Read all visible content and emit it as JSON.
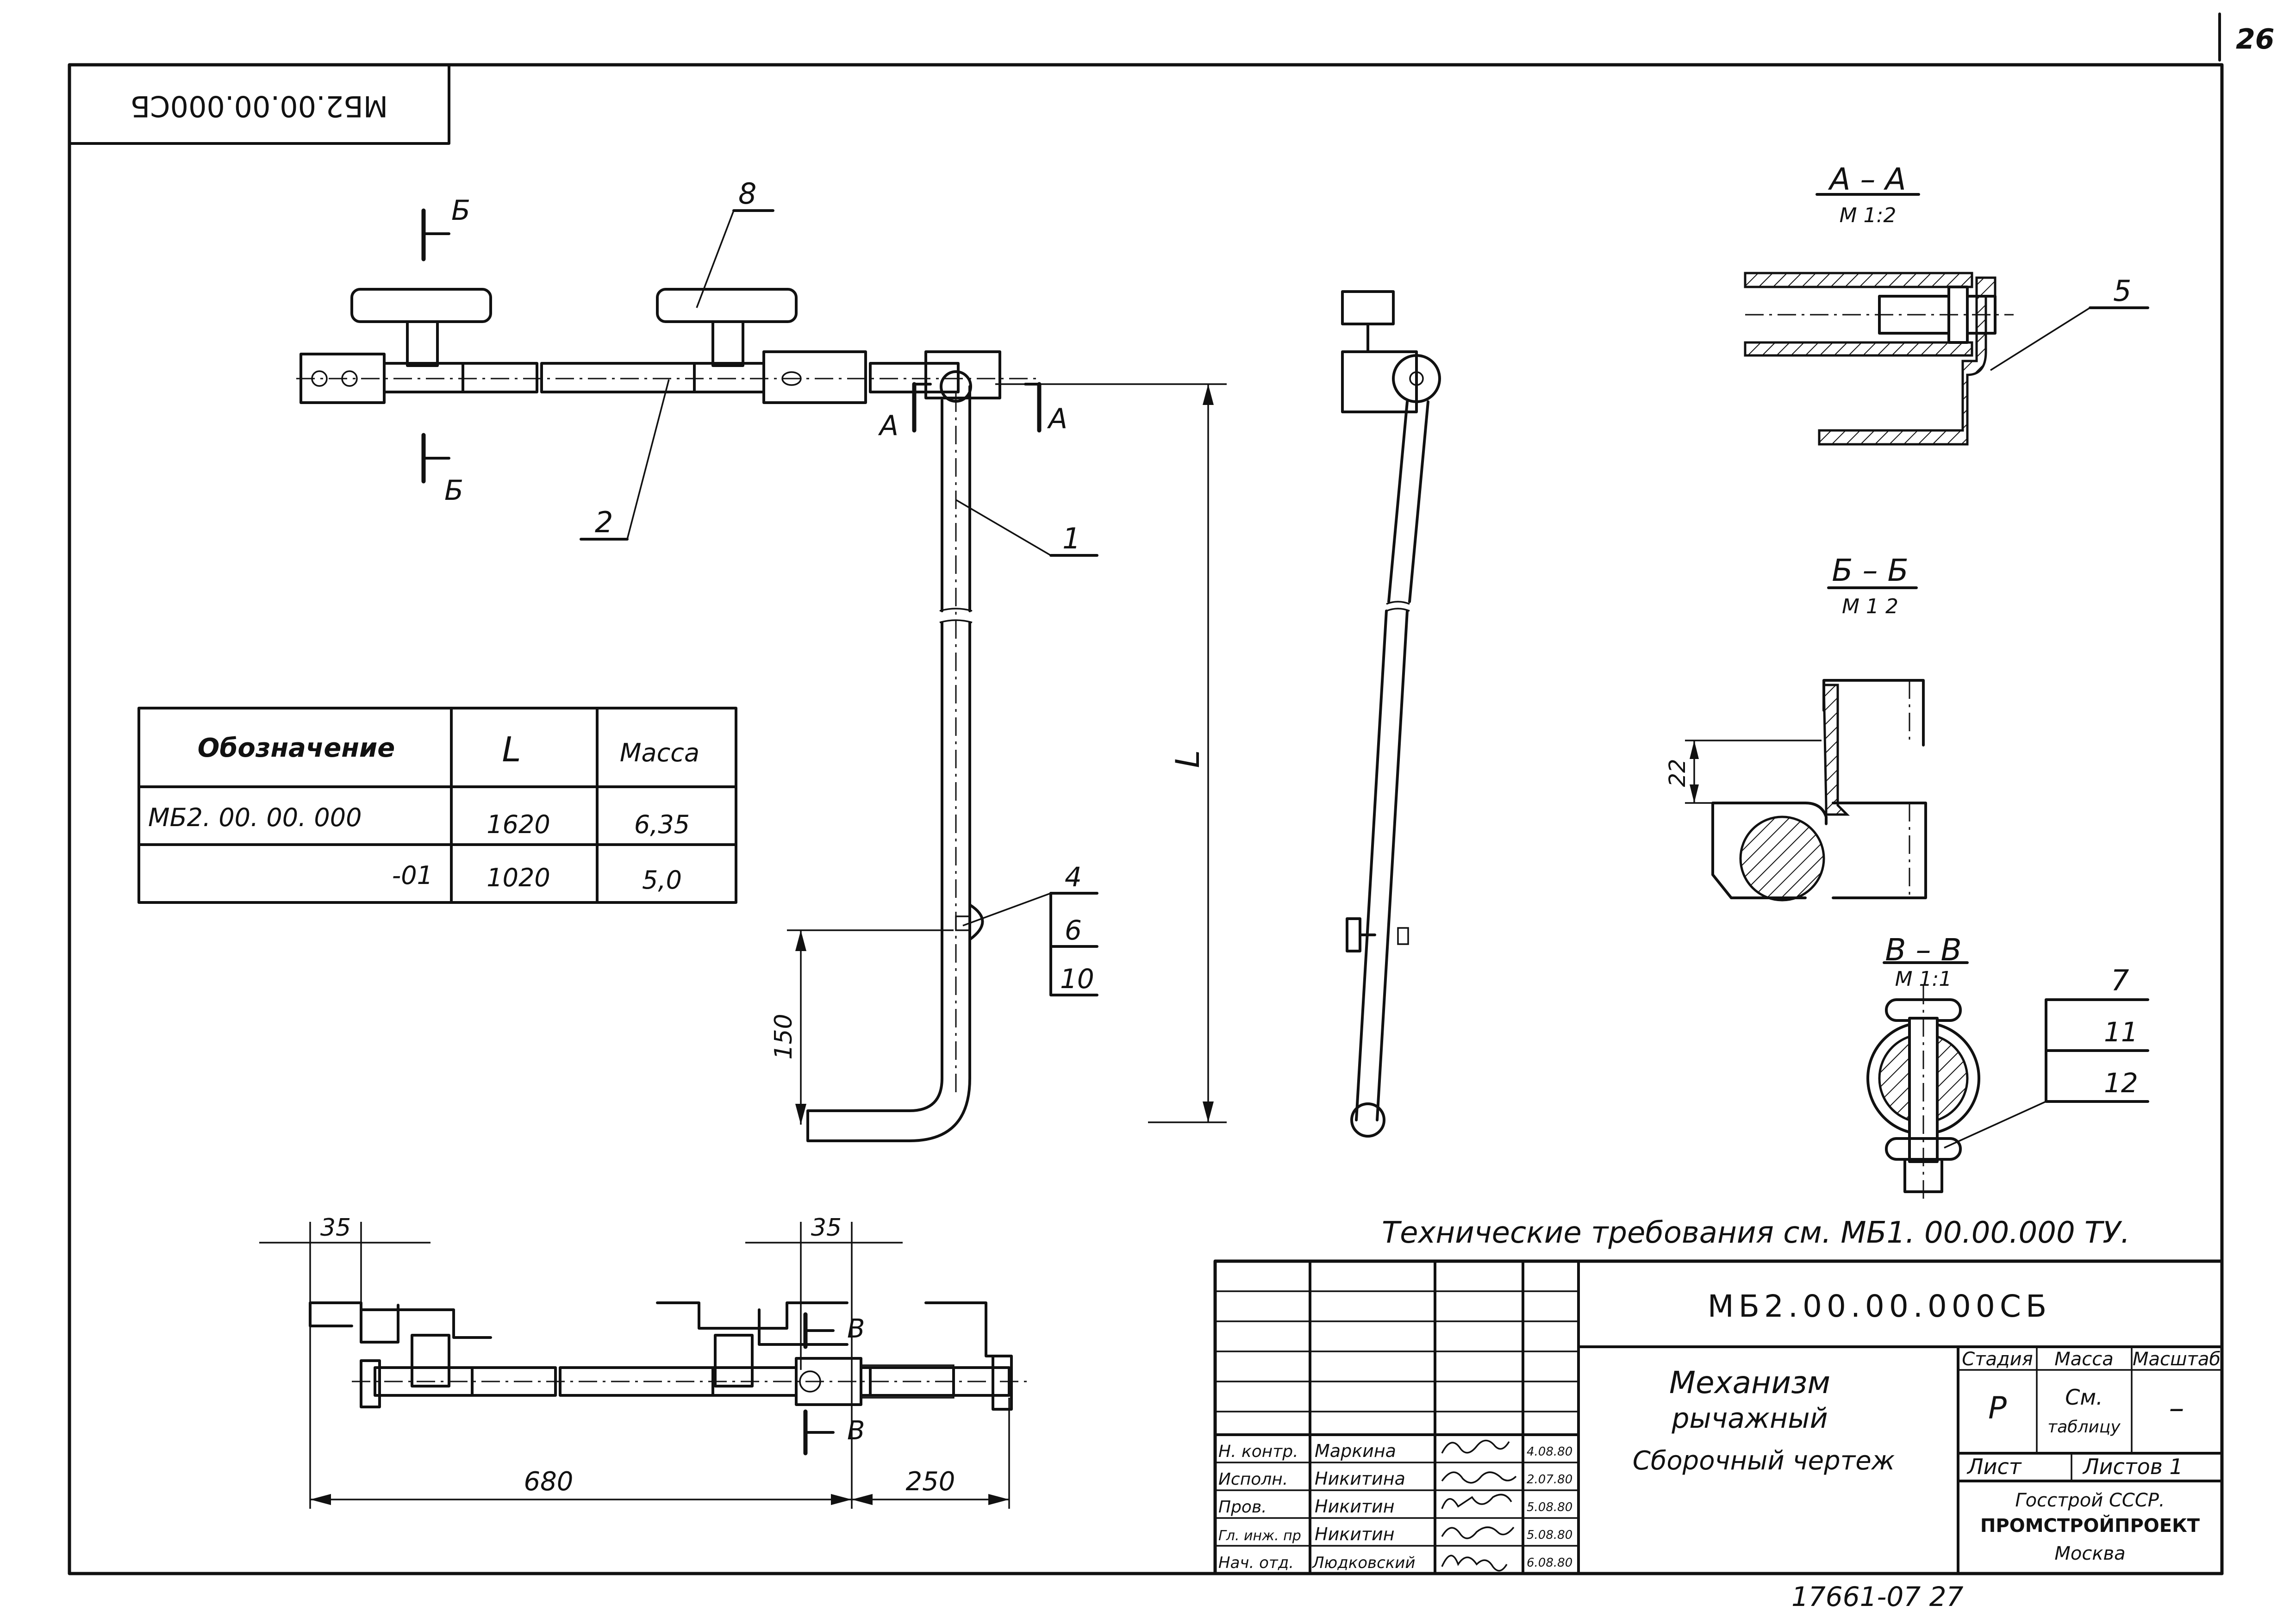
{
  "sheet_number": "26",
  "rotated_designation": "МБ2.00.00.000СБ",
  "labels": {
    "section_b_top": "Б",
    "section_b_bottom": "Б",
    "section_a_left": "А",
    "section_a_right": "А",
    "section_v_top": "В",
    "section_v_bottom": "В",
    "dim_L": "L",
    "dim_150": "150",
    "dim_22": "22",
    "dim_35_left": "35",
    "dim_35_right": "35",
    "dim_680": "680",
    "dim_250": "250"
  },
  "positions": {
    "p1": "1",
    "p2": "2",
    "p4": "4",
    "p5": "5",
    "p6": "6",
    "p7": "7",
    "p8": "8",
    "p10": "10",
    "p11": "11",
    "p12": "12"
  },
  "sections": {
    "aa_title": "А – А",
    "aa_scale": "М 1:2",
    "bb_title": "Б – Б",
    "bb_scale": "М 1 2",
    "vv_title": "В – В",
    "vv_scale": "М 1:1"
  },
  "variants_table": {
    "headers": [
      "Обозначение",
      "L",
      "Масса"
    ],
    "rows": [
      [
        "МБ2. 00. 00. 000",
        "1620",
        "6,35"
      ],
      [
        "-01",
        "1020",
        "5,0"
      ]
    ]
  },
  "tech_requirements": "Технические требования см. МБ1. 00.00.000 ТУ.",
  "title_block": {
    "designation": "МБ2.00.00.000СБ",
    "name_line1": "Механизм",
    "name_line2": "рычажный",
    "name_line3": "Сборочный чертеж",
    "stage_header": "Стадия",
    "mass_header": "Масса",
    "scale_header": "Масштаб",
    "stage_value": "Р",
    "mass_value_1": "См.",
    "mass_value_2": "таблицу",
    "scale_value": "–",
    "sheet_label": "Лист",
    "sheets_label": "Листов  1",
    "org_line1": "Госстрой СССР.",
    "org_line2": "ПРОМСТРОЙПРОЕКТ",
    "org_line3": "Москва",
    "signatures": [
      {
        "role": "Н. контр.",
        "name": "Маркина",
        "date": "4.08.80"
      },
      {
        "role": "Исполн.",
        "name": "Никитина",
        "date": "2.07.80"
      },
      {
        "role": "Пров.",
        "name": "Никитин",
        "date": "5.08.80"
      },
      {
        "role": "Гл. инж. пр",
        "name": "Никитин",
        "date": "5.08.80"
      },
      {
        "role": "Нач. отд.",
        "name": "Людковский",
        "date": "6.08.80"
      }
    ]
  },
  "footer_code": "17661-07 27"
}
